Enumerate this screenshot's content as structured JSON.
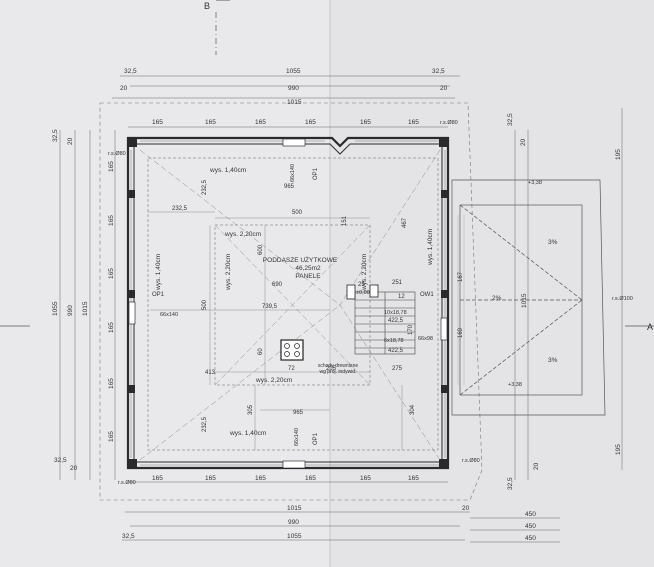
{
  "diagram": {
    "section_marker": "B",
    "right_marker": "A",
    "room_name": "PODDASZE UŻYTKOWE",
    "room_area": "46,25m2",
    "room_finish": "PANELE",
    "stairs_line1": "schody drewniane",
    "stairs_line2": "wg proj. indywid.",
    "height_labels": [
      "wys. 1,40cm",
      "wys. 2,20cm",
      "wys. 2,20cm",
      "wys. 2,20cm",
      "wys. 2,20cm",
      "wys. 1,40cm",
      "wys. 1,40cm",
      "wys. 1,40cm"
    ],
    "window_labels": [
      "OP1",
      "OP1",
      "OP1",
      "OW1"
    ],
    "opening_labels": [
      "66x140",
      "66x140",
      "66x140",
      "66x98",
      "10x18,78",
      "6x18,78"
    ],
    "slope_labels": [
      "3%",
      "2%",
      "3%"
    ],
    "level_labels": [
      "+3,38",
      "+3,38",
      "±0,00"
    ],
    "drain_labels": [
      "r.s.Ø80",
      "r.s.Ø80",
      "r.s.Ø80",
      "r.s.Ø80",
      "r.s.Ø100"
    ],
    "top_dims": [
      "32,5",
      "1055",
      "32,5",
      "20",
      "990",
      "20",
      "1015",
      "165",
      "165",
      "165",
      "165",
      "165",
      "165"
    ],
    "bottom_dims": [
      "165",
      "165",
      "165",
      "165",
      "165",
      "165",
      "20",
      "1015",
      "450",
      "990",
      "450",
      "32,5",
      "1055",
      "450"
    ],
    "left_dims": [
      "32,5",
      "20",
      "165",
      "165",
      "165",
      "165",
      "165",
      "165",
      "1055",
      "990",
      "1015",
      "32,5",
      "20"
    ],
    "right_dims": [
      "32,5",
      "20",
      "195",
      "1015",
      "195",
      "20",
      "32,5"
    ],
    "interior_dims": [
      "232,5",
      "965",
      "500",
      "232,5",
      "600",
      "690",
      "500",
      "739,5",
      "413",
      "60",
      "72",
      "205",
      "275",
      "965",
      "305",
      "232,5",
      "304",
      "467",
      "251",
      "25",
      "12",
      "422,5",
      "422,5",
      "169",
      "167",
      "170",
      "151"
    ]
  }
}
